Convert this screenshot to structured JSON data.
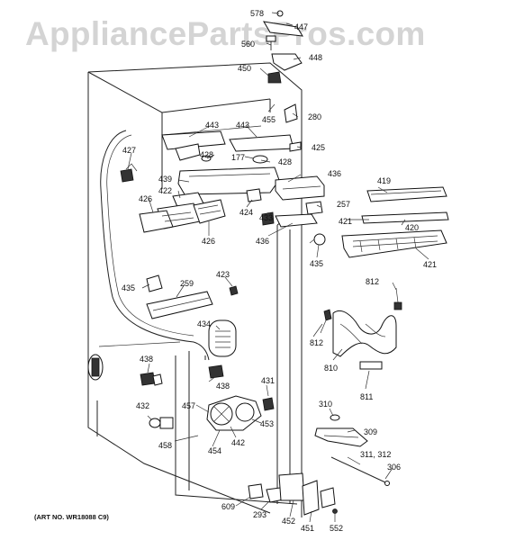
{
  "watermark": "AppliancePartsPros.com",
  "art_number": "(ART NO. WR18088 C9)",
  "callouts": {
    "c578": "578",
    "c447": "447",
    "c560": "560",
    "c448": "448",
    "c450": "450",
    "c455": "455",
    "c280": "280",
    "c443a": "443",
    "c443b": "443",
    "c425": "425",
    "c427": "427",
    "c428a": "428",
    "c177": "177",
    "c428b": "428",
    "c436a": "436",
    "c439": "439",
    "c422": "422",
    "c426a": "426",
    "c424": "424",
    "c433": "433",
    "c257": "257",
    "c419": "419",
    "c421a": "421",
    "c420": "420",
    "c426b": "426",
    "c436b": "436",
    "c435a": "435",
    "c421b": "421",
    "c423": "423",
    "c435b": "435",
    "c259": "259",
    "c812a": "812",
    "c434": "434",
    "c812b": "812",
    "c810": "810",
    "c811": "811",
    "c438a": "438",
    "c438b": "438",
    "c431": "431",
    "c310": "310",
    "c309": "309",
    "c432": "432",
    "c457": "457",
    "c453": "453",
    "c442": "442",
    "c458": "458",
    "c454": "454",
    "c311": "311, 312",
    "c306": "306",
    "c609": "609",
    "c293": "293",
    "c452": "452",
    "c451": "451",
    "c552": "552"
  }
}
